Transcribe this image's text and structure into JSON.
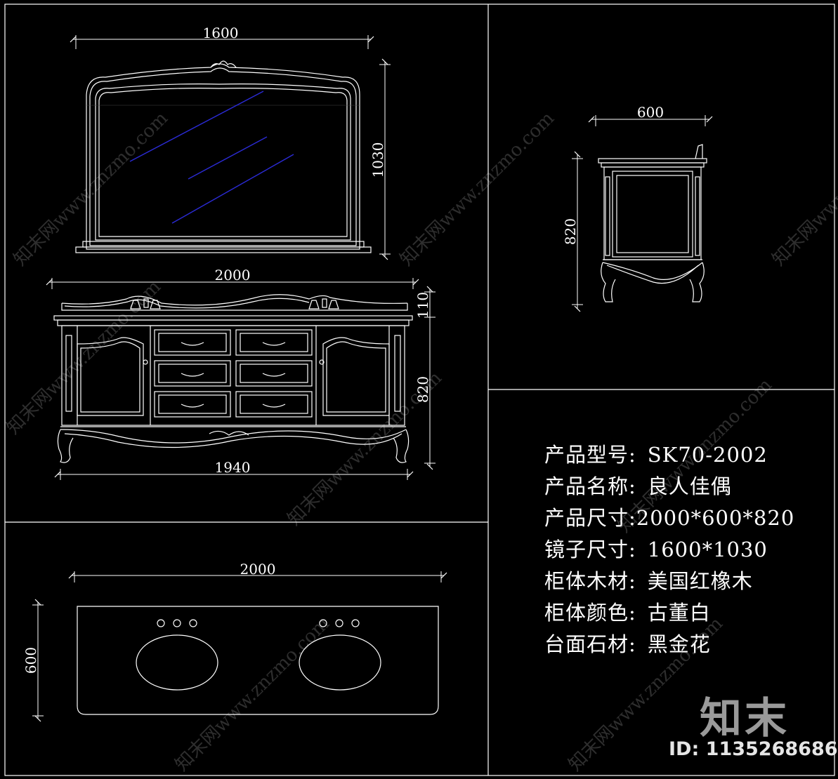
{
  "dims": {
    "mirror_width": "1600",
    "mirror_height": "1030",
    "side_width": "600",
    "side_height": "820",
    "cabinet_width_top": "2000",
    "cabinet_backsplash": "110",
    "cabinet_height": "820",
    "cabinet_width_bottom": "1940",
    "top_width": "2000",
    "top_depth": "600"
  },
  "specs": [
    {
      "label": "产品型号:",
      "value": "SK70-2002"
    },
    {
      "label": "产品名称:",
      "value": "良人佳偶"
    },
    {
      "label": "产品尺寸:",
      "value": "2000*600*820"
    },
    {
      "label": "镜子尺寸:",
      "value": "1600*1030"
    },
    {
      "label": "柜体木材:",
      "value": "美国红橡木"
    },
    {
      "label": "柜体颜色:",
      "value": "古董白"
    },
    {
      "label": "台面石材:",
      "value": "黑金花"
    }
  ],
  "watermark": {
    "logo": "知末",
    "id": "ID: 1135268686",
    "text": "知末网www.znzmo.com"
  },
  "colors": {
    "background": "#000000",
    "lines": "#ffffff",
    "mirror_glare": "#2b2bd6",
    "watermark": "#3a3a3a"
  }
}
